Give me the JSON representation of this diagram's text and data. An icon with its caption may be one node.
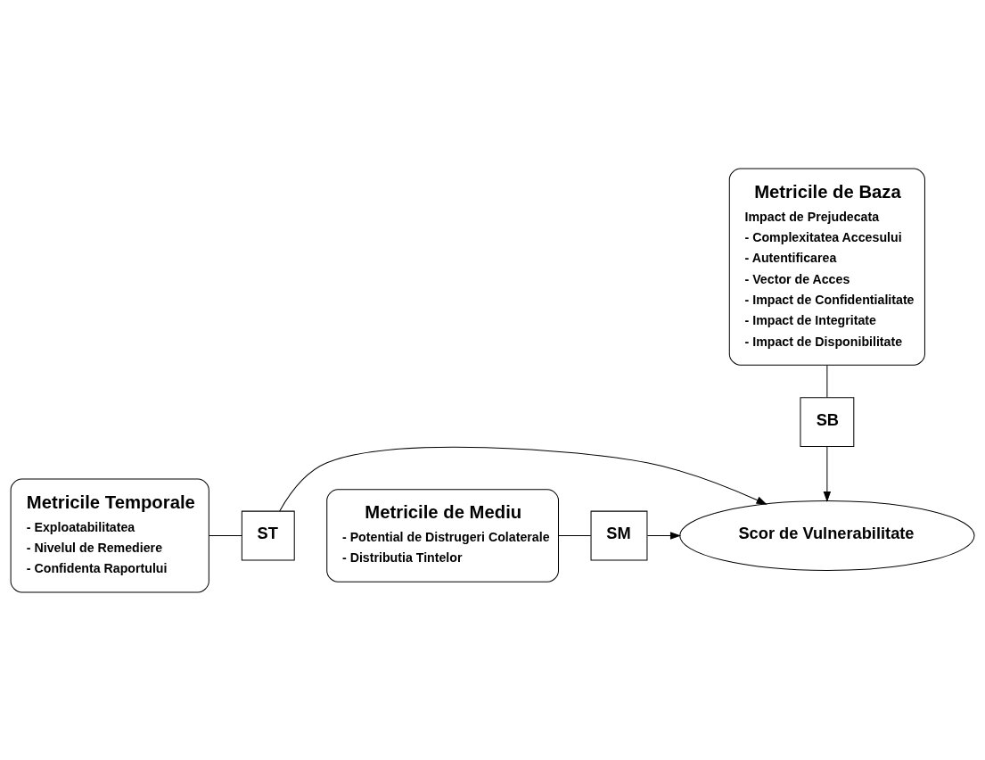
{
  "diagram": {
    "nodes": [
      {
        "text": [
          "Metricile de Baza",
          "Impact de Prejudecata",
          "- Complexitatea Accesului",
          "- Autentificarea",
          "- Vector de Acces",
          "- Impact de Confidentialitate",
          "- Impact de Integritate",
          "- Impact de Disponibilitate"
        ]
      },
      {
        "text": [
          "SB"
        ]
      },
      {
        "text": [
          "Scor de Vulnerabilitate"
        ]
      },
      {
        "text": [
          "Metricile Temporale",
          "- Exploatabilitatea",
          "- Nivelul de Remediere",
          "- Confidenta Raportului"
        ]
      },
      {
        "text": [
          "ST"
        ]
      },
      {
        "text": [
          "Metricile de Mediu",
          "- Potential de Distrugeri Colaterale",
          "- Distributia Tintelor"
        ]
      },
      {
        "text": [
          "SM"
        ]
      }
    ],
    "edges": [
      {
        "from": 0,
        "to": 1,
        "arrow": "none"
      },
      {
        "from": 1,
        "to": 2,
        "arrow": "to"
      },
      {
        "from": 3,
        "to": 4,
        "arrow": "none"
      },
      {
        "from": 4,
        "to": 2,
        "arrow": "to"
      },
      {
        "from": 5,
        "to": 6,
        "arrow": "none"
      },
      {
        "from": 6,
        "to": 2,
        "arrow": "to"
      }
    ]
  }
}
